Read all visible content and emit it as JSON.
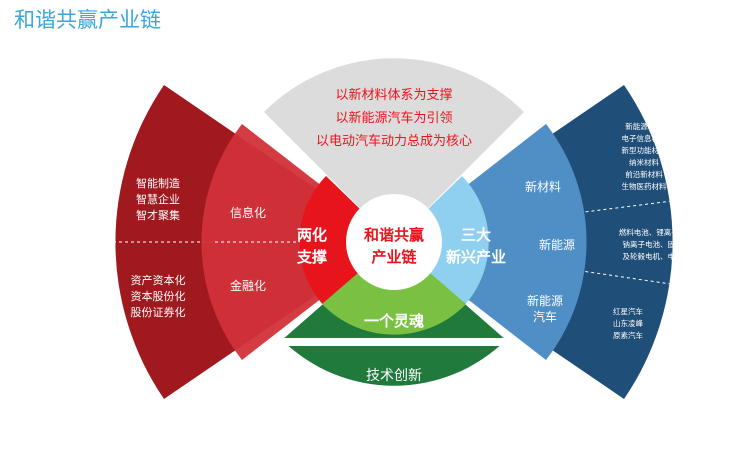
{
  "title": "和谐共赢产业链",
  "top": {
    "lines": [
      "以新材料体系为支撑",
      "以新能源汽车为引领",
      "以电动汽车动力总成为核心"
    ]
  },
  "left_outer": {
    "upper": [
      "智能制造",
      "智慧企业",
      "智才聚集"
    ],
    "lower": [
      "资产资本化",
      "资本股份化",
      "股份证券化"
    ]
  },
  "left_mid": {
    "upper": "信息化",
    "lower": "金融化"
  },
  "left_inner": [
    "两化",
    "支撑"
  ],
  "center": [
    "和谐共赢",
    "产业链"
  ],
  "right_inner": [
    "三大",
    "新兴产业"
  ],
  "right_mid": {
    "top": "新材料",
    "middle": "新能源",
    "bottom": [
      "新能源",
      "汽车"
    ]
  },
  "right_outer": {
    "top": [
      "新能源材料",
      "电子信息材料",
      "新型功能材料",
      "纳米材料",
      "前沿新材料",
      "生物医药材料"
    ],
    "middle": [
      "燃料电池、锂离子电池、",
      "钠离子电池、固体电池",
      "及轮毂电机、电控系统"
    ],
    "bottom": [
      "红星汽车",
      "山东凌峰",
      "原素汽车"
    ]
  },
  "bottom_inner": "一个灵魂",
  "bottom_outer": {
    "title": "技术创新",
    "subtitle": "技术专利化 专利标准化 标准国际化"
  },
  "colors": {
    "title": "#3aa6dc",
    "top": "#d9d9d9",
    "top_text": "#e8141c",
    "left_outer": "#a0191e",
    "left_mid": "#d2323a",
    "left_inner": "#e8141c",
    "right_outer": "#1f4e79",
    "right_mid": "#4f8fc6",
    "right_inner": "#8fd0f0",
    "bottom_outer": "#1f7a3c",
    "bottom_inner": "#7ac043",
    "center": "#ffffff",
    "center_text": "#e8141c"
  }
}
